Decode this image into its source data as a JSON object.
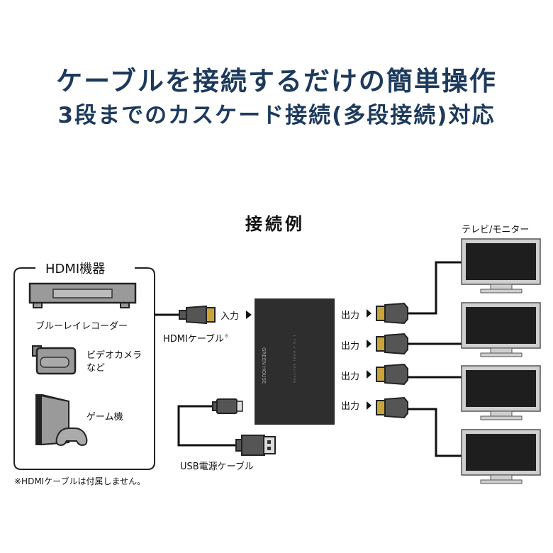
{
  "header": {
    "title_line1": "ケーブルを接続するだけの簡単操作",
    "title_line2": "3段までのカスケード接続(多段接続)対応",
    "title_color": "#1d3a5c"
  },
  "diagram": {
    "heading": "接続例",
    "source_group": {
      "title": "HDMI機器",
      "devices": [
        {
          "name": "ブルーレイレコーダー",
          "icon": "bluray-recorder-icon"
        },
        {
          "name": "ビデオカメラ",
          "name2": "など",
          "icon": "video-camera-icon"
        },
        {
          "name": "ゲーム機",
          "icon": "game-console-icon"
        }
      ]
    },
    "input_label": "入力",
    "hdmi_cable_label": "HDMIケーブル",
    "hdmi_cable_note_mark": "※",
    "splitter": {
      "brand": "GREEN HOUSE",
      "model_text": "1 TO 4 HDMI SPLITTER"
    },
    "output_labels": [
      "出力",
      "出力",
      "出力",
      "出力"
    ],
    "usb_cable_label": "USB電源ケーブル",
    "displays_label": "テレビ/モニター",
    "display_count": 4,
    "footnote": "※HDMIケーブルは付属しません。",
    "colors": {
      "connector_gold": "#c9a43a",
      "connector_body": "#555555",
      "splitter_body": "#2e2e2e",
      "monitor_frame": "#cfcfcf",
      "monitor_screen": "#1e1e1e"
    }
  }
}
